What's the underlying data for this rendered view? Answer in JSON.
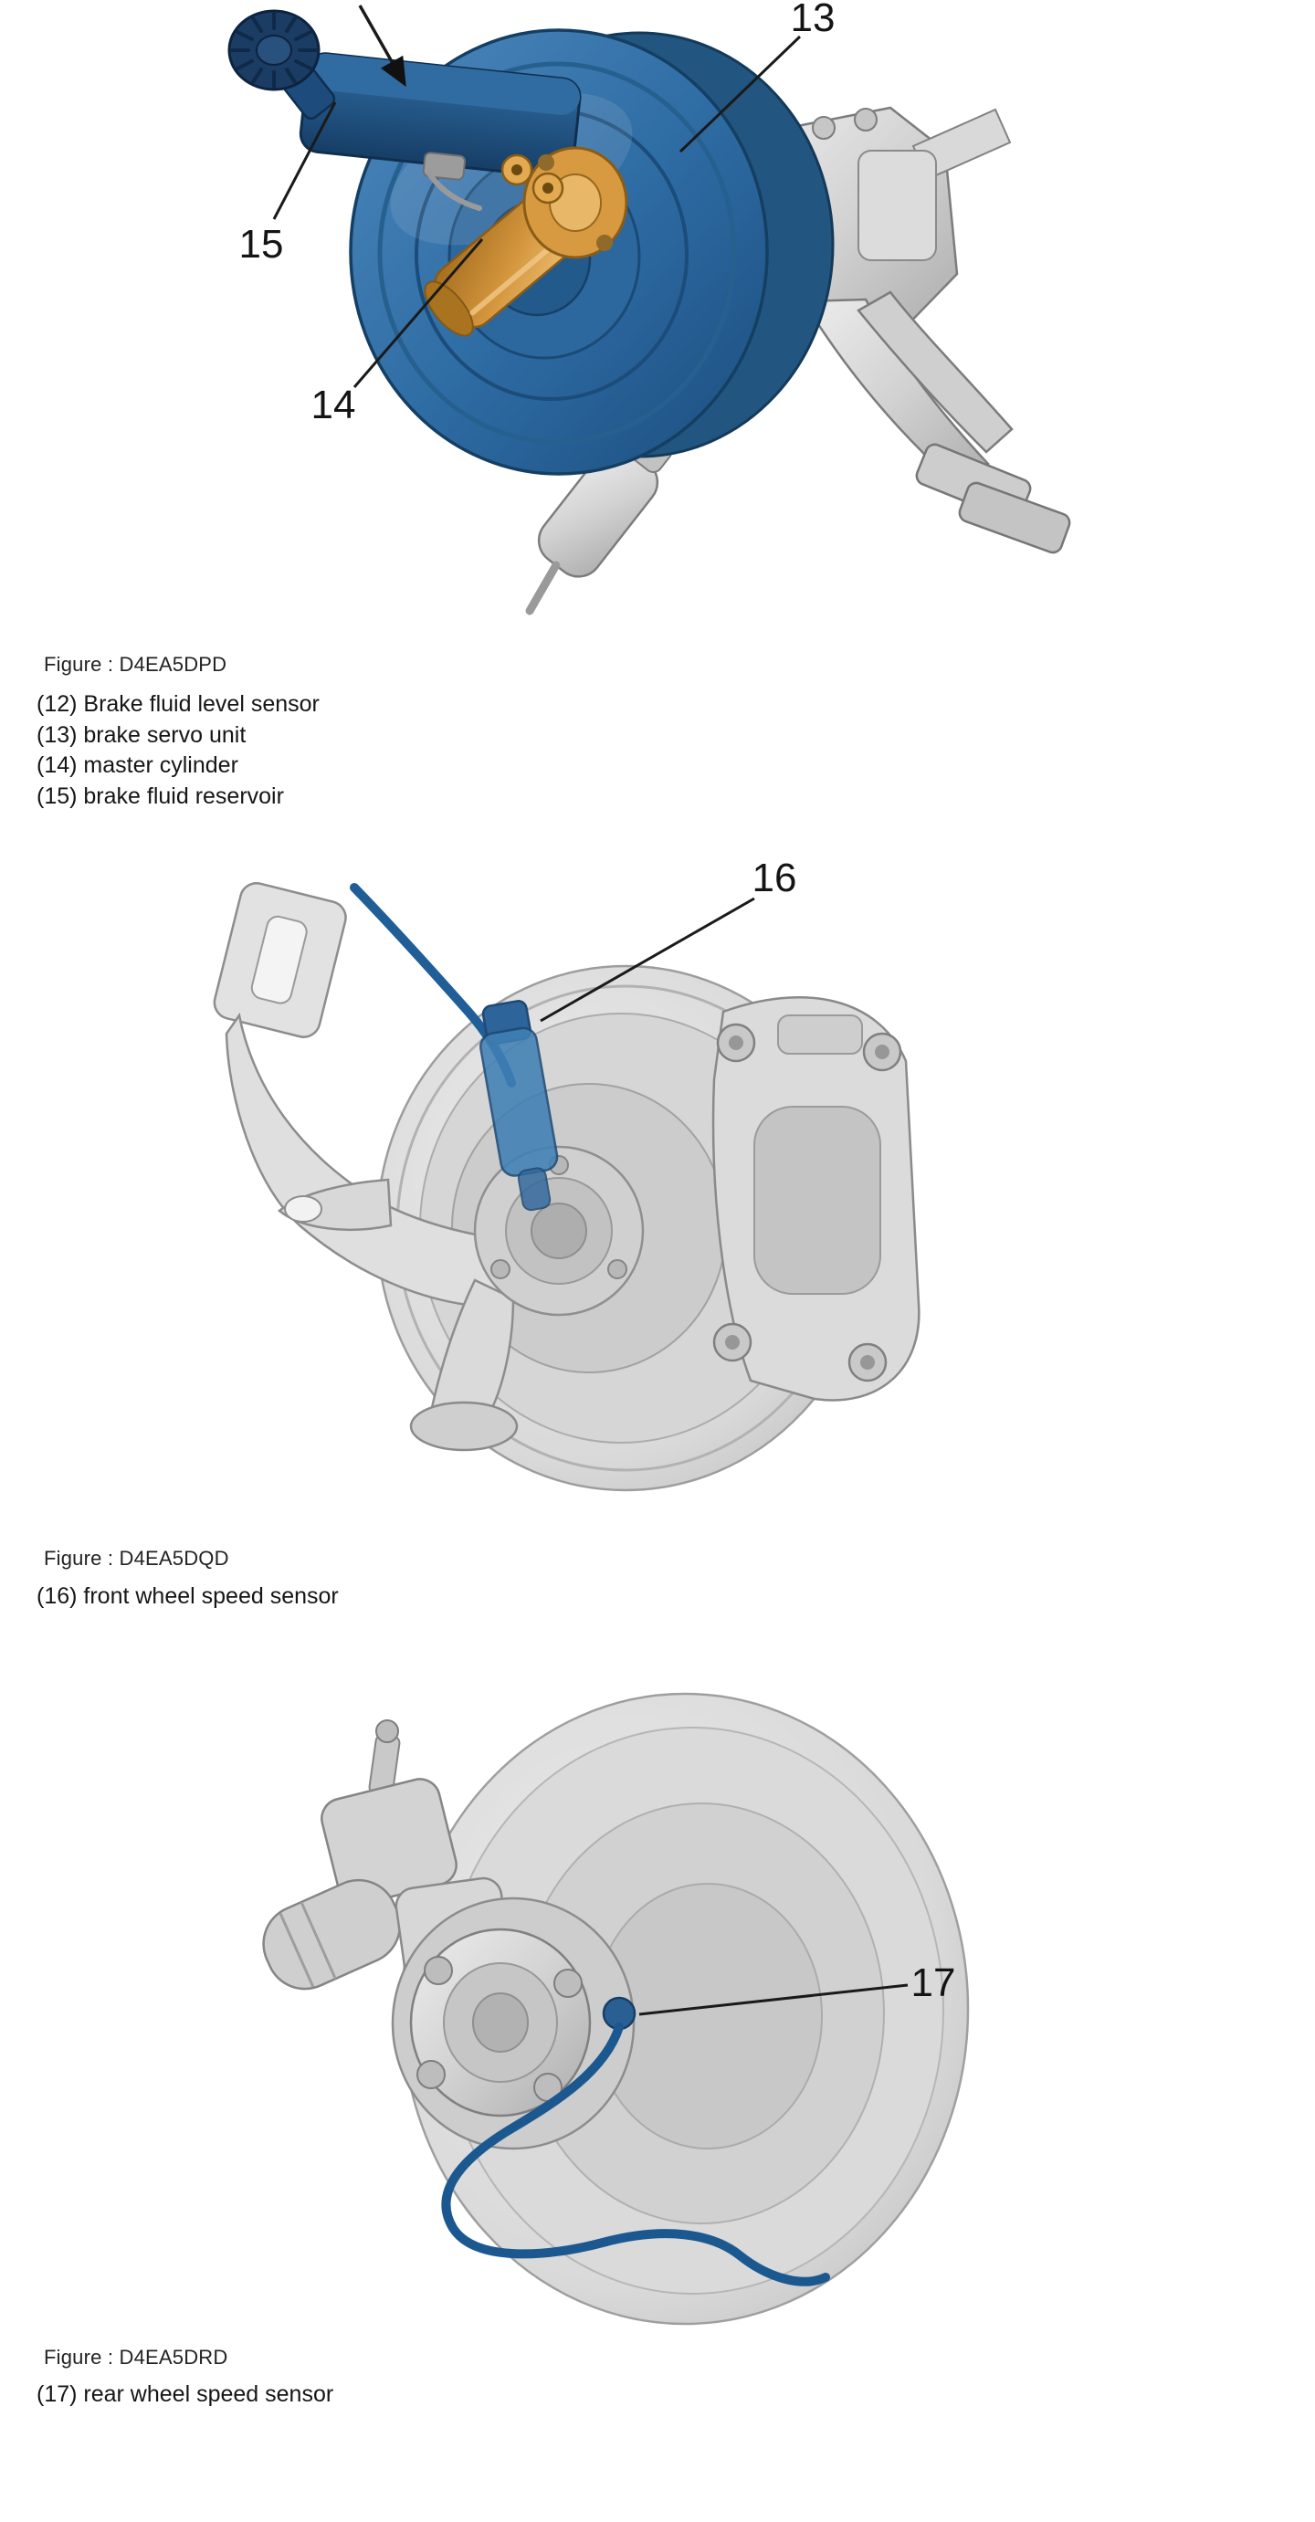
{
  "page": {
    "kind": "brake-system-component-identification-page",
    "background": "#ffffff"
  },
  "figures": [
    {
      "caption": "Figure : D4EA5DPD",
      "callouts": [
        "13",
        "14",
        "15"
      ],
      "legend": [
        "(12) Brake fluid level sensor",
        "(13) brake servo unit",
        "(14) master cylinder",
        "(15) brake fluid reservoir"
      ]
    },
    {
      "caption": "Figure : D4EA5DQD",
      "callouts": [
        "16"
      ],
      "legend": [
        "(16) front wheel speed sensor"
      ]
    },
    {
      "caption": "Figure : D4EA5DRD",
      "callouts": [
        "17"
      ],
      "legend": [
        "(17) rear wheel speed sensor"
      ]
    }
  ],
  "colors": {
    "text": "#1a1a1a",
    "servo_blue": "#2f6da5",
    "reservoir_navy": "#1d4c7c",
    "master_cylinder_orange": "#d2953d",
    "cable_blue": "#1f5e96",
    "metal_gray": "#d6d6d6"
  }
}
